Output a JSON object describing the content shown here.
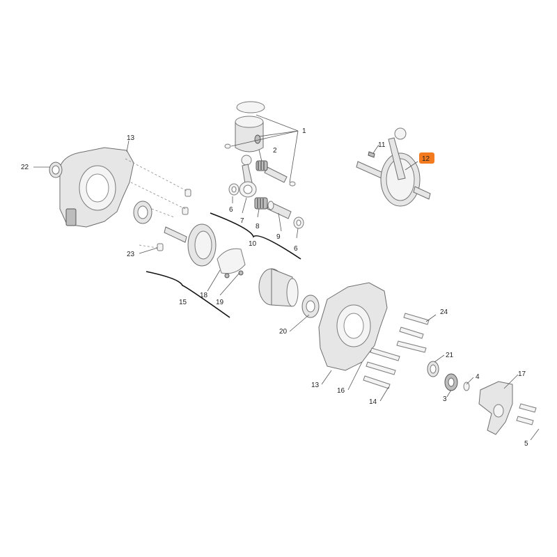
{
  "diagram": {
    "highlight_color": "#f47a20",
    "callouts": {
      "p1": "1",
      "p2": "2",
      "p3": "3",
      "p4": "4",
      "p5": "5",
      "p6a": "6",
      "p6b": "6",
      "p7": "7",
      "p8": "8",
      "p9": "9",
      "p10": "10",
      "p11": "11",
      "p12": "12",
      "p13a": "13",
      "p13b": "13",
      "p14": "14",
      "p15": "15",
      "p16": "16",
      "p17": "17",
      "p18": "18",
      "p19": "19",
      "p20": "20",
      "p21": "21",
      "p22": "22",
      "p23": "23",
      "p24": "24"
    }
  }
}
